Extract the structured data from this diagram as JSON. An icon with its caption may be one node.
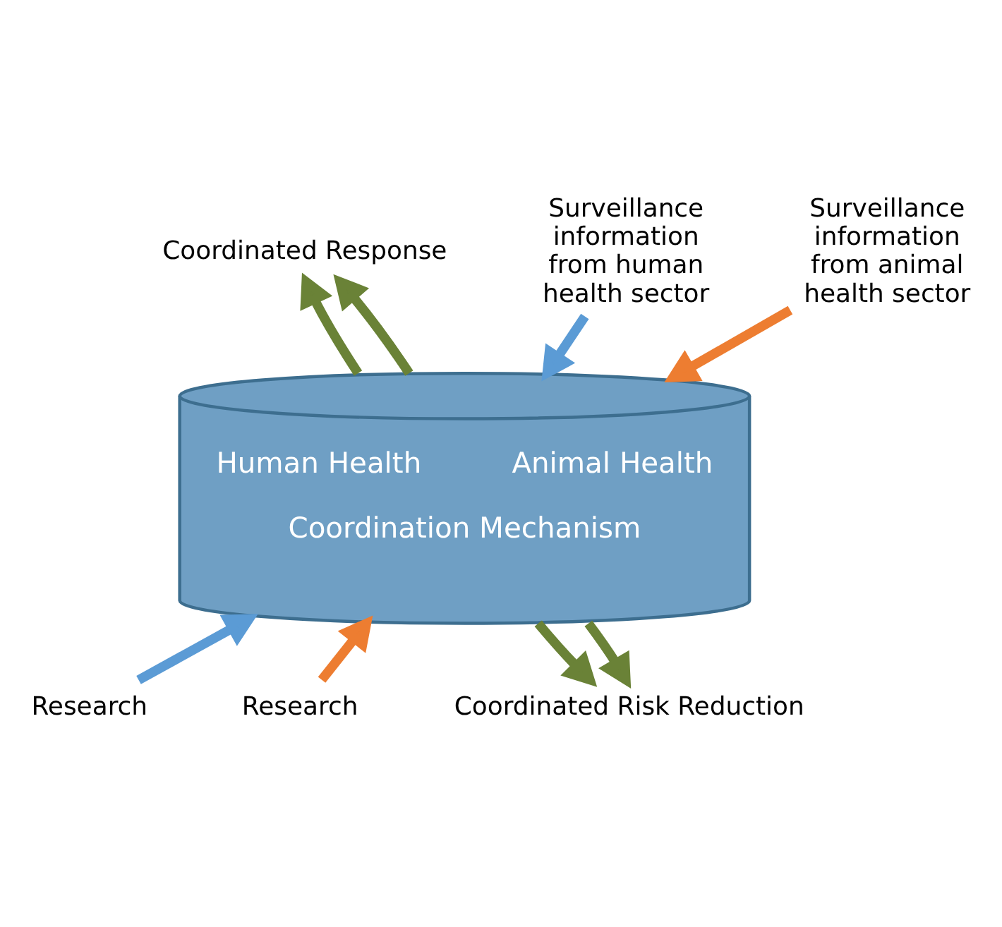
{
  "diagram": {
    "nodes": [
      {
        "text": [
          "Coordinated Response"
        ]
      },
      {
        "text": [
          "Surveillance information from human health sector"
        ]
      },
      {
        "text": [
          "Surveillance information from animal health sector"
        ]
      },
      {
        "text": [
          "Human Health",
          "Animal Health",
          "Coordination Mechanism"
        ]
      },
      {
        "text": [
          "Research"
        ]
      },
      {
        "text": [
          "Research"
        ]
      },
      {
        "text": [
          "Coordinated Risk Reduction"
        ]
      }
    ],
    "edges": [
      {
        "from": 1,
        "to": 3,
        "arrow": "to",
        "color": "#5b9bd5"
      },
      {
        "from": 2,
        "to": 3,
        "arrow": "to",
        "color": "#ed7d31"
      },
      {
        "from": 3,
        "to": 0,
        "arrow": "to"
      },
      {
        "from": 3,
        "to": 0,
        "arrow": "to"
      },
      {
        "from": 4,
        "to": 3,
        "arrow": "to",
        "color": "#5b9bd5"
      },
      {
        "from": 5,
        "to": 3,
        "arrow": "to",
        "color": "#ed7d31"
      },
      {
        "from": 3,
        "to": 6,
        "arrow": "to"
      },
      {
        "from": 3,
        "to": 6,
        "arrow": "to"
      }
    ]
  }
}
